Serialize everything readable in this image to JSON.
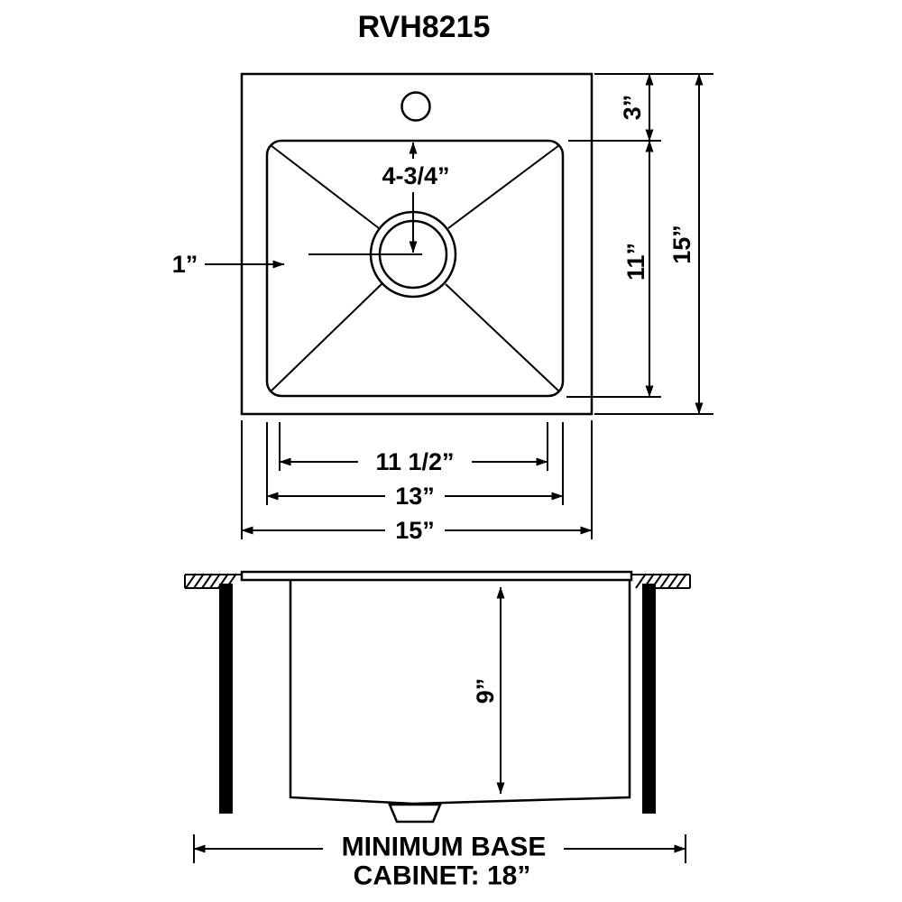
{
  "title": "RVH8215",
  "colors": {
    "ink": "#000000",
    "background": "#ffffff"
  },
  "top_view": {
    "faucet_to_drain": "4-3/4”",
    "rim_width": "1”",
    "deck_depth": "3”",
    "bowl_length": "11”",
    "overall_depth": "15”",
    "bowl_bottom_width": "11 1/2”",
    "bowl_width": "13”",
    "overall_width": "15”"
  },
  "side_view": {
    "bowl_depth": "9”"
  },
  "footer": {
    "line1": "MINIMUM BASE",
    "line2": "CABINET: 18”"
  }
}
